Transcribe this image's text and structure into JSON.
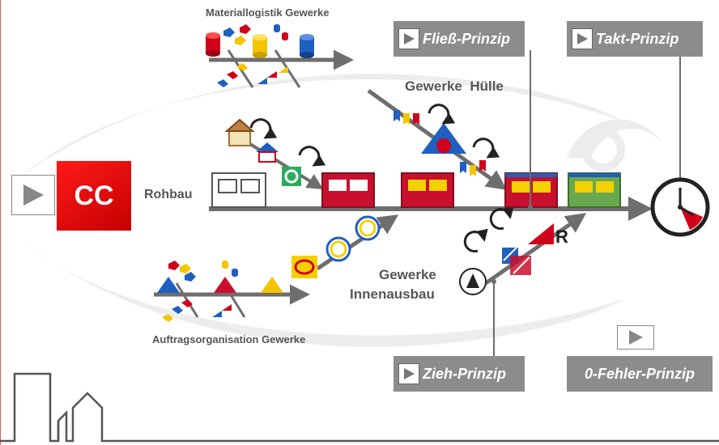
{
  "labels": {
    "materiallogistik": "Materiallogistik Gewerke",
    "gewerke_huelle": "Gewerke  Hülle",
    "rohbau": "Rohbau",
    "gewerke": "Gewerke",
    "innenausbau": "Innenausbau",
    "auftragsorganisation": "Auftragsorganisation Gewerke"
  },
  "tags": {
    "fliess": "Fließ-Prinzip",
    "takt": "Takt-Prinzip",
    "zieh": "Zieh-Prinzip",
    "nullfehler": "0-Fehler-Prinzip"
  },
  "cc_button": "CC",
  "colors": {
    "main_arrow": "#6e6e6e",
    "tag_bg": "#8c8c8c",
    "cc_red": "#e00000",
    "module_red": "#c8102e",
    "module_green": "#6aa84f",
    "window_yellow": "#f5d000",
    "blue": "#1f5fbf"
  },
  "icons": {
    "play": "play-triangle-icon",
    "clock": "clock-icon",
    "house": "house-icon"
  }
}
